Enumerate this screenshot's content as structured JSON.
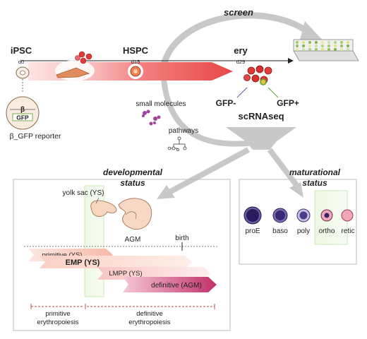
{
  "top": {
    "screen_label": "screen",
    "stages": [
      {
        "name": "iPSC",
        "day": "d0"
      },
      {
        "name": "HSPC",
        "day": "d15"
      },
      {
        "name": "ery",
        "day": "d29"
      }
    ],
    "reporter": {
      "beta": "β",
      "gfp": "GFP",
      "caption": "β_GFP reporter"
    },
    "small_molecules": "small molecules",
    "pathways": "pathways",
    "gfp_minus": "GFP-",
    "gfp_plus": "GFP+",
    "scrnaseq": "scRNAseq"
  },
  "developmental": {
    "title_line1": "developmental",
    "title_line2": "status",
    "yolk_sac": "yolk sac (YS)",
    "agm": "AGM",
    "birth": "birth",
    "arrows": [
      "primitive (YS)",
      "EMP (YS)",
      "LMPP (YS)",
      "definitive (AGM)"
    ],
    "primitive_line1": "primitive",
    "primitive_line2": "erythropoiesis",
    "definitive_line1": "definitive",
    "definitive_line2": "erythropoiesis"
  },
  "maturational": {
    "title_line1": "maturational",
    "title_line2": "status",
    "cells": [
      "proE",
      "baso",
      "poly",
      "ortho",
      "retic"
    ]
  },
  "colors": {
    "arrow_grey": "#c8c8c8",
    "green_gfp": "#5aa02c",
    "purple_gfp": "#6b5b95",
    "red_cell": "#d93a3a",
    "pink_bar": "#f08a8a",
    "magenta": "#c0306a",
    "proE": "#2a1a5e"
  }
}
